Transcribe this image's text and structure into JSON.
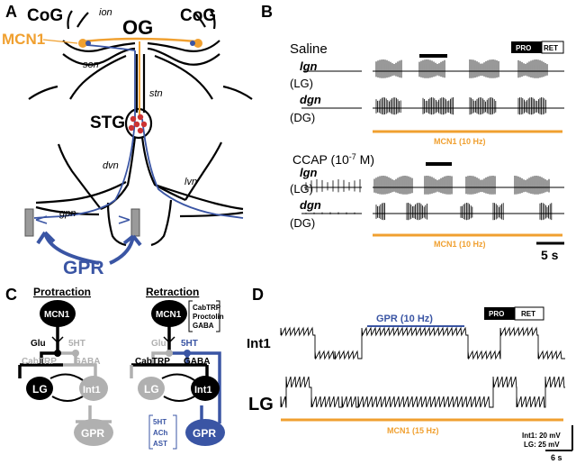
{
  "panels": {
    "a": "A",
    "b": "B",
    "c": "C",
    "d": "D"
  },
  "panel_a": {
    "cog_left": "CoG",
    "cog_right": "CoG",
    "og": "OG",
    "ion": "ion",
    "mcn1": "MCN1",
    "son": "son",
    "stn": "stn",
    "stg": "STG",
    "dvn": "dvn",
    "lvn": "lvn",
    "gpn": "gpn",
    "gpr": "GPR"
  },
  "panel_b": {
    "saline": "Saline",
    "ccap": "CCAP (10",
    "ccap_exp": "-7",
    "ccap_unit": " M)",
    "lgn": "lgn",
    "lg": "(LG)",
    "dgn": "dgn",
    "dg": "(DG)",
    "mcn1_rate": "MCN1 (10 Hz)",
    "pro": "PRO",
    "ret": "RET",
    "scale": "5 s"
  },
  "panel_c": {
    "protraction": "Protraction",
    "retraction": "Retraction",
    "mcn1": "MCN1",
    "glu": "Glu",
    "ht": "5HT",
    "cabtrp": "CabTRP",
    "gaba": "GABA",
    "lg": "LG",
    "int1": "Int1",
    "gpr": "GPR",
    "mcn1_tx": [
      "CabTRP",
      "Proctolin",
      "GABA"
    ],
    "gpr_tx": [
      "5HT",
      "ACh",
      "AST"
    ]
  },
  "panel_d": {
    "gpr_rate": "GPR (10 Hz)",
    "pro": "PRO",
    "ret": "RET",
    "int1": "Int1",
    "lg": "LG",
    "mcn1_rate": "MCN1 (15 Hz)",
    "scale_int1": "Int1: 20 mV",
    "scale_lg": "LG: 25 mV",
    "scale_t": "6 s"
  },
  "colors": {
    "orange": "#f0a030",
    "blue": "#3a55a4",
    "gray": "#b0b0b0",
    "black": "#000000"
  },
  "icons": [
    "pyloric-neuron-dots-icon",
    "gpr-receptor-icon",
    "synapse-dot-icon",
    "inhibitory-synapse-icon"
  ]
}
